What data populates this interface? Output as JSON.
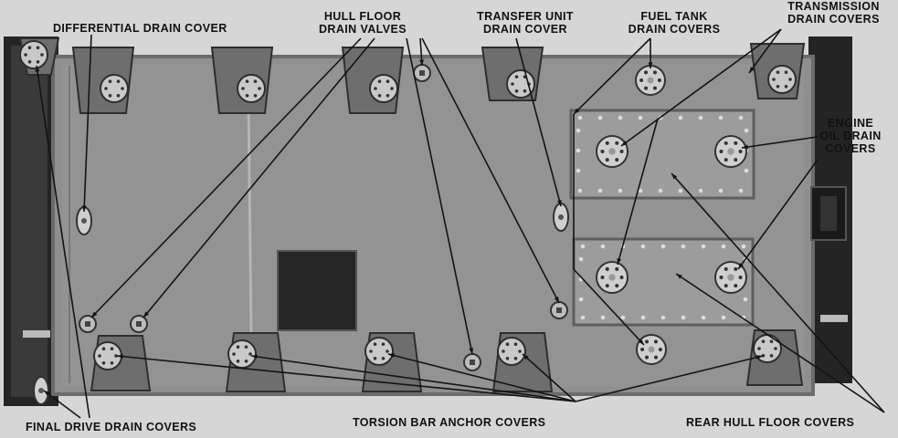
{
  "labels": {
    "differential": [
      "DIFFERENTIAL DRAIN COVER"
    ],
    "hull_floor": [
      "HULL FLOOR",
      "DRAIN VALVES"
    ],
    "transfer": [
      "TRANSFER UNIT",
      "DRAIN COVER"
    ],
    "fuel_tank": [
      "FUEL TANK",
      "DRAIN COVERS"
    ],
    "transmission": [
      "TRANSMISSION",
      "DRAIN COVERS"
    ],
    "engine_oil": [
      "ENGINE",
      "OIL DRAIN",
      "COVERS"
    ],
    "final_drive": [
      "FINAL DRIVE DRAIN COVERS"
    ],
    "torsion_bar": [
      "TORSION BAR ANCHOR COVERS"
    ],
    "rear_hull": [
      "REAR HULL FLOOR COVERS"
    ]
  },
  "colors": {
    "background": "#d6d6d6",
    "hull": "#8f8f8f",
    "hull_dark": "#2a2a2a",
    "plate": "#9a9a9a",
    "cover": "#cfcfcf",
    "leader": "#141414",
    "hatch": "#262626"
  }
}
